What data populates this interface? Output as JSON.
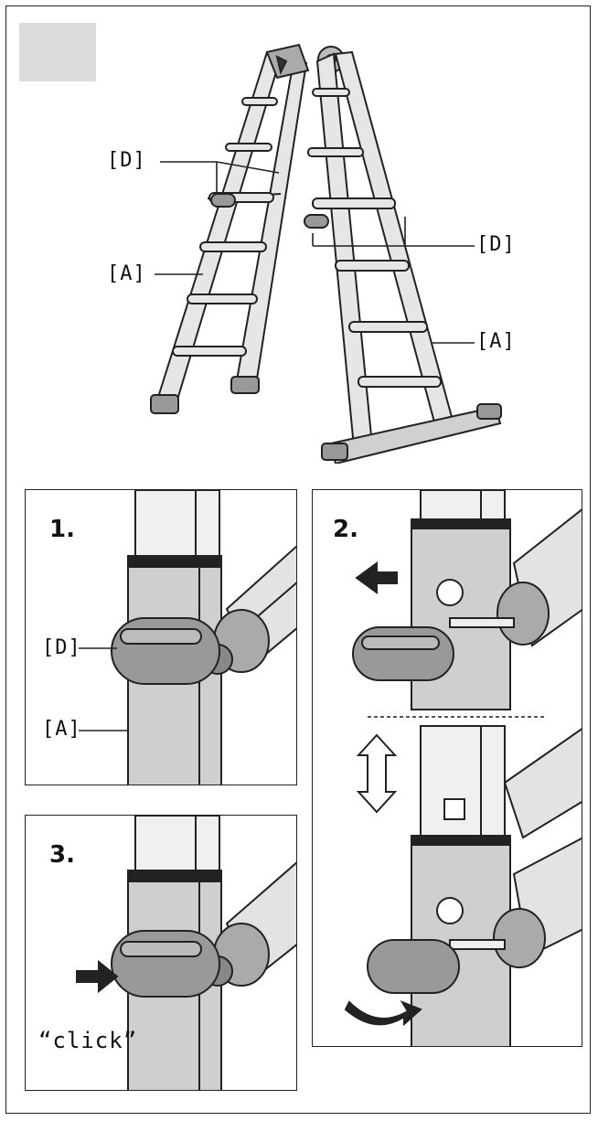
{
  "labels": {
    "d_top_left": "[D]",
    "a_left": "[A]",
    "d_right": "[D]",
    "a_right": "[A]",
    "d_panel1": "[D]",
    "a_panel1": "[A]"
  },
  "steps": {
    "step1": "1.",
    "step2": "2.",
    "step3": "3."
  },
  "click_text": "“click”",
  "colors": {
    "outline": "#222222",
    "panel_gray": "#dcdcdc",
    "metal": "#c8c8c8",
    "dark": "#777777"
  }
}
